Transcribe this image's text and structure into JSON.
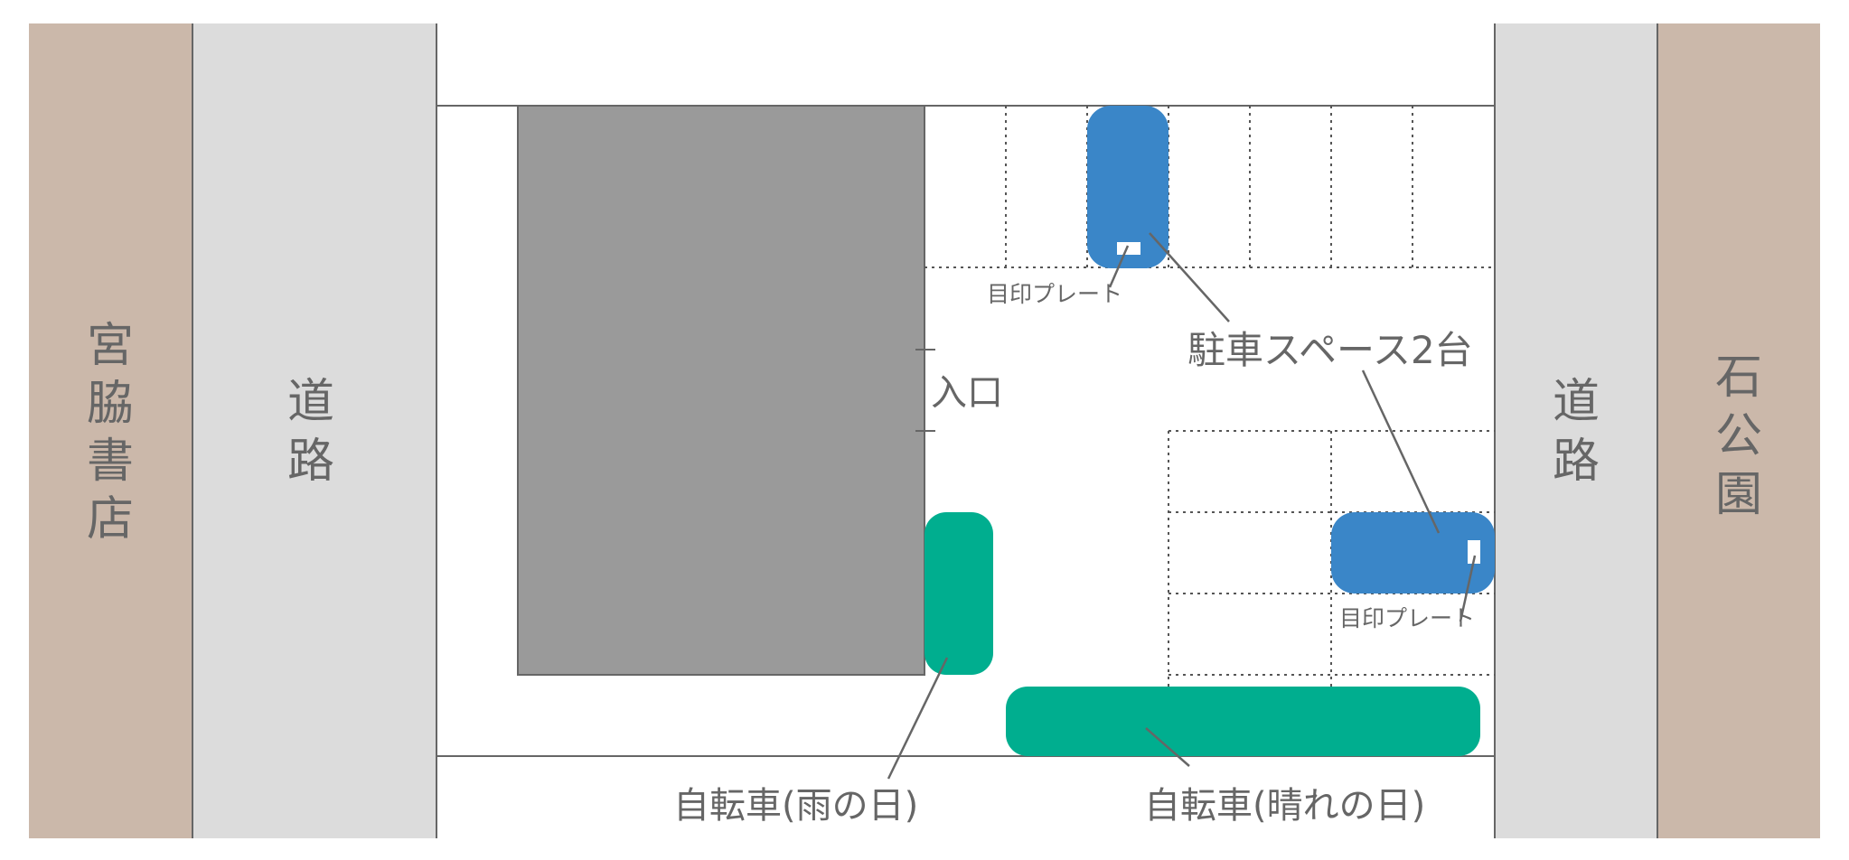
{
  "colors": {
    "building_side": "#cbb8aa",
    "road": "#dcdcdc",
    "main_building": "#9a9a9a",
    "car": "#3a86c8",
    "bicycle": "#00ae8f",
    "line": "#666666",
    "text": "#666666"
  },
  "left_building": {
    "chars": [
      "宮",
      "脇",
      "書",
      "店"
    ]
  },
  "left_road": {
    "chars": [
      "道",
      "路"
    ]
  },
  "right_road": {
    "chars": [
      "道",
      "路"
    ]
  },
  "right_building": {
    "chars": [
      "石",
      "公",
      "園"
    ]
  },
  "entrance": {
    "label": "入口"
  },
  "parking": {
    "label": "駐車スペース2台",
    "plate_label_top": "目印プレート",
    "plate_label_right": "目印プレート"
  },
  "bicycle": {
    "rainy_label": "自転車(雨の日)",
    "sunny_label": "自転車(晴れの日)"
  }
}
